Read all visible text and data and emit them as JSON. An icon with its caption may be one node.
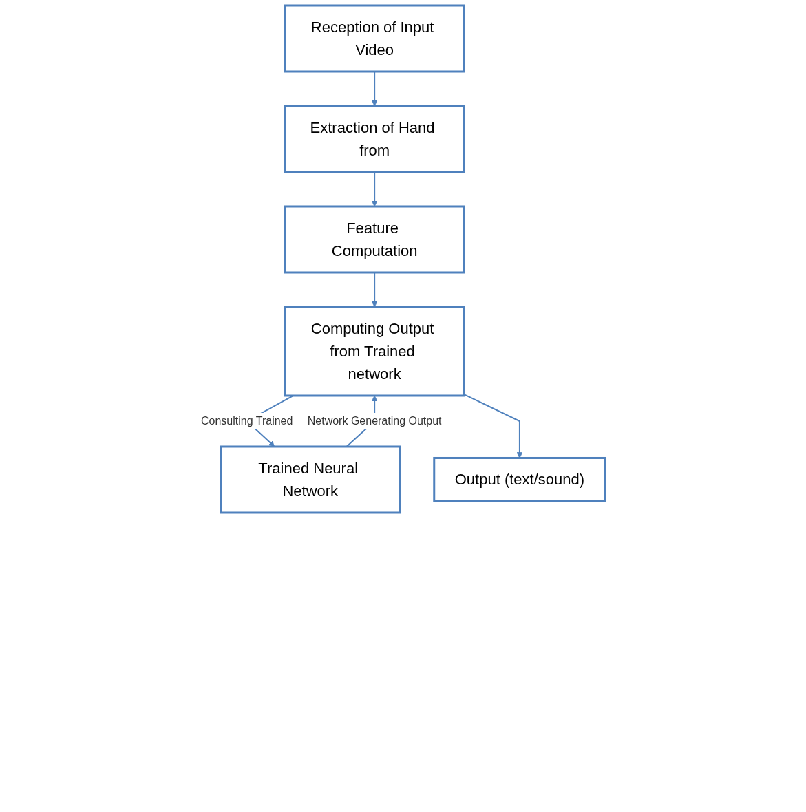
{
  "diagram": {
    "nodes": [
      {
        "text": [
          "Reception of Input Video"
        ]
      },
      {
        "text": [
          "Extraction of Hand from"
        ]
      },
      {
        "text": [
          "Feature Computation"
        ]
      },
      {
        "text": [
          "Computing Output from Trained network"
        ]
      },
      {
        "text": [
          "Trained Neural Network"
        ]
      },
      {
        "text": [
          "Output (text/sound)"
        ]
      }
    ],
    "edges": [
      {
        "from": 0,
        "to": 1,
        "arrow": "to"
      },
      {
        "from": 1,
        "to": 2,
        "arrow": "to"
      },
      {
        "from": 2,
        "to": 3,
        "arrow": "to"
      },
      {
        "from": 3,
        "to": 4,
        "arrow": "to",
        "label": "Consulting Trained"
      },
      {
        "from": 4,
        "to": 3,
        "arrow": "to",
        "label": "Network Generating Output"
      },
      {
        "from": 3,
        "to": 5,
        "arrow": "to"
      }
    ]
  }
}
